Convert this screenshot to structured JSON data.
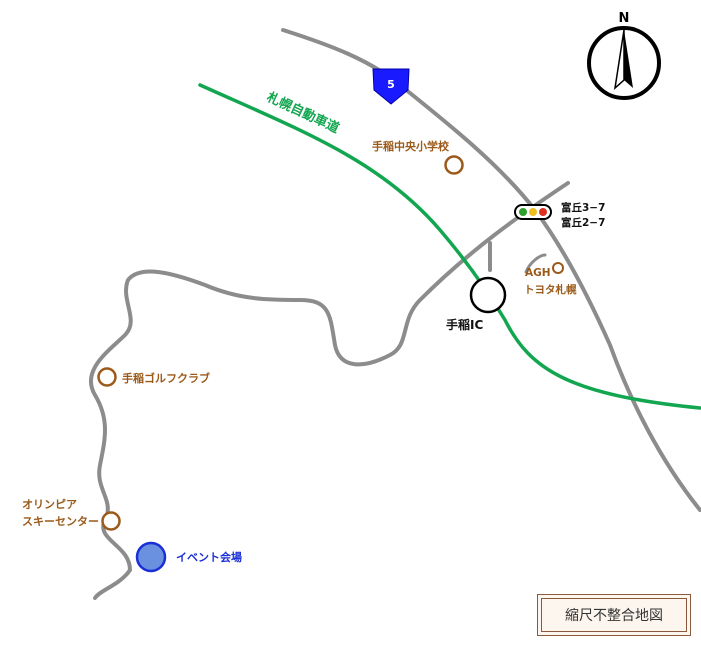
{
  "compass": {
    "north_label": "N"
  },
  "route_shield": {
    "number": "5",
    "color": "#1a1aff"
  },
  "expressway": {
    "name": "札幌自動車道",
    "color": "#13a650"
  },
  "roads_color": "#8c8c8c",
  "poi_color": "#9b5a1a",
  "pois": {
    "school": "手稲中央小学校",
    "agh": "AGH",
    "toyota": "トヨタ札幌",
    "golf": "手稲ゴルフクラブ",
    "ski_line1": "オリンピア",
    "ski_line2": "スキーセンター"
  },
  "traffic_signal": {
    "line1": "富丘3−7",
    "line2": "富丘2−7"
  },
  "interchange": {
    "name": "手稲IC"
  },
  "event": {
    "name": "イベント会場",
    "color": "#1a2fd6"
  },
  "notice": "縮尺不整合地図"
}
